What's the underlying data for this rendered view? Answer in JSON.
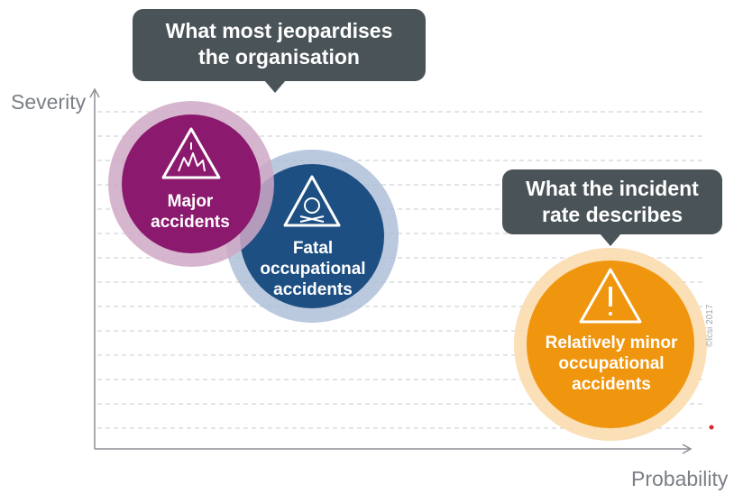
{
  "axes": {
    "y_label": "Severity",
    "x_label": "Probability"
  },
  "callouts": {
    "top_line1": "What most jeopardises",
    "top_line2": "the organisation",
    "right_line1": "What the incident",
    "right_line2": "rate describes"
  },
  "bubbles": {
    "major": {
      "line1": "Major",
      "line2": "accidents",
      "icon": "explosion-warning-icon",
      "color": "#8b1a6e",
      "halo": "#cfa8c6"
    },
    "fatal": {
      "line1": "Fatal",
      "line2": "occupational",
      "line3": "accidents",
      "icon": "skull-warning-icon",
      "color": "#1d4f82",
      "halo": "#a9bcd6"
    },
    "minor": {
      "line1": "Relatively minor",
      "line2": "occupational",
      "line3": "accidents",
      "icon": "exclamation-warning-icon",
      "color": "#f0960e",
      "halo": "#fbdcae"
    }
  },
  "callout_color": "#4a5458",
  "copyright": "©Icsi 2017"
}
